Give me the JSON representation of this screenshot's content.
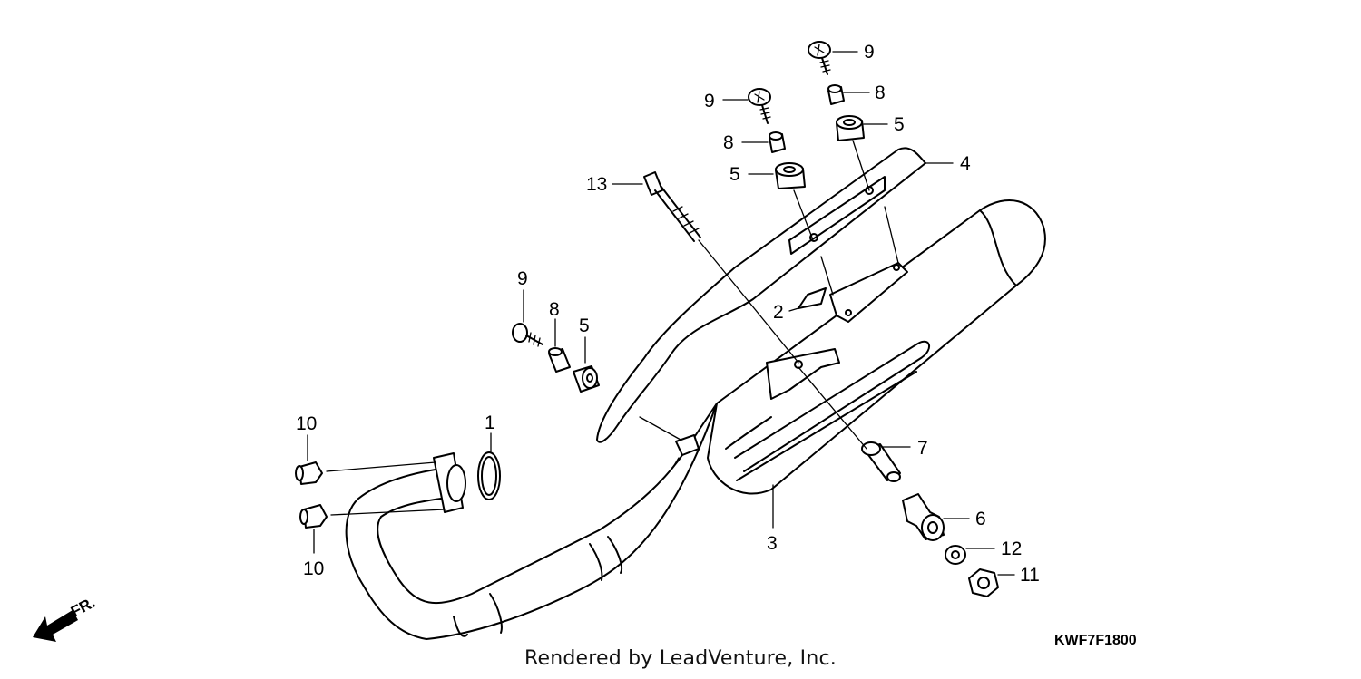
{
  "callouts": {
    "c1": "1",
    "c2": "2",
    "c3": "3",
    "c4": "4",
    "c5a": "5",
    "c5b": "5",
    "c5c": "5",
    "c6": "6",
    "c7": "7",
    "c8a": "8",
    "c8b": "8",
    "c8c": "8",
    "c9a": "9",
    "c9b": "9",
    "c9c": "9",
    "c10a": "10",
    "c10b": "10",
    "c11": "11",
    "c12": "12",
    "c13": "13"
  },
  "direction_label": "FR.",
  "diagram_code": "KWF7F1800",
  "credit": "Rendered by LeadVenture, Inc."
}
